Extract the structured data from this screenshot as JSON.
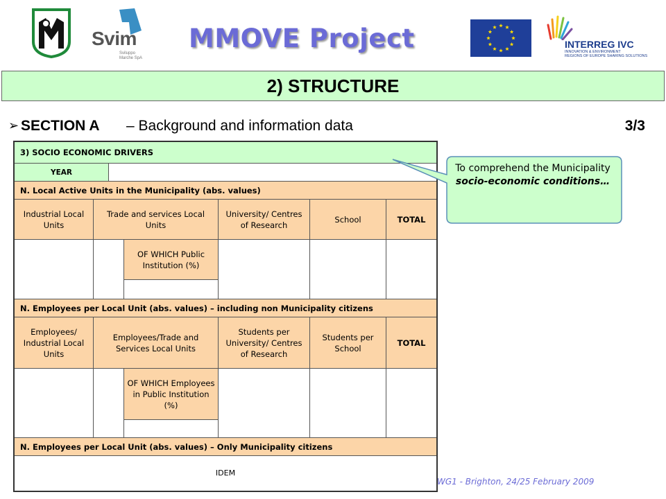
{
  "header": {
    "title": "MMOVE Project",
    "logos": {
      "svim_name": "Svim",
      "svim_sub": "Sviluppo Marche SpA",
      "interreg_name": "INTERREG IVC",
      "interreg_tag1": "INNOVATION & ENVIRONMENT",
      "interreg_tag2": "REGIONS OF EUROPE SHARING SOLUTIONS"
    }
  },
  "structure_bar": {
    "label": "2) STRUCTURE"
  },
  "section": {
    "name": "SECTION A",
    "rest": "– Background and information data",
    "page": "3/3"
  },
  "table": {
    "title": "3) SOCIO ECONOMIC DRIVERS",
    "year_label": "YEAR",
    "group1": {
      "heading": "N. Local Active Units in the Municipality  (abs. values)",
      "cols": [
        "Industrial Local Units",
        "Trade and services Local Units",
        "University/ Centres of Research",
        "School",
        "TOTAL"
      ],
      "sub": "OF WHICH Public Institution (%)"
    },
    "group2": {
      "heading": "N. Employees per Local Unit (abs. values) – including  non Municipality  citizens",
      "cols": [
        "Employees/ Industrial Local Units",
        "Employees/Trade and Services Local Units",
        "Students per University/ Centres of Research",
        "Students per School",
        "TOTAL"
      ],
      "sub": "OF WHICH Employees in Public Institution (%)"
    },
    "group3": {
      "heading": "N. Employees per Local Unit (abs. values) – Only Municipality  citizens",
      "body": "IDEM"
    }
  },
  "callout": {
    "line1": "To comprehend the Municipality",
    "line2": "socio-economic conditions…"
  },
  "footer": {
    "text": "WG1 - Brighton, 24/25 February 2009"
  },
  "colors": {
    "title": "#6b6bd6",
    "green": "#ccffcc",
    "peach": "#fcd5a8",
    "eu_blue": "#1f3f99",
    "eu_stars": "#ffdd00"
  }
}
